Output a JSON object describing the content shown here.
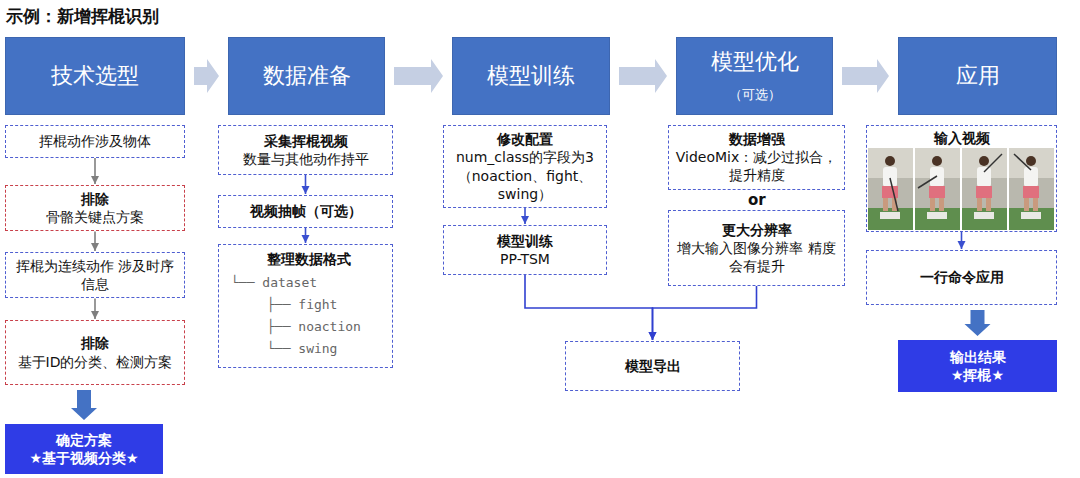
{
  "diagram": {
    "title": "示例：新增挥棍识别",
    "nodes": [
      {
        "text": [
          "技术选型"
        ]
      },
      {
        "text": [
          "数据准备"
        ]
      },
      {
        "text": [
          "模型训练"
        ]
      },
      {
        "text": [
          "模型优化",
          "（可选）"
        ]
      },
      {
        "text": [
          "应用"
        ]
      },
      {
        "text": [
          "挥棍动作涉及物体"
        ]
      },
      {
        "text": [
          "排除",
          "骨骼关键点方案"
        ]
      },
      {
        "text": [
          "挥棍为连续动作 涉及时序信息"
        ]
      },
      {
        "text": [
          "排除",
          "基于ID的分类、检测方案"
        ]
      },
      {
        "text": [
          "确定方案",
          "★基于视频分类★"
        ]
      },
      {
        "text": [
          "采集挥棍视频",
          "数量与其他动作持平"
        ]
      },
      {
        "text": [
          "视频抽帧（可选）"
        ]
      },
      {
        "text": [
          "整理数据格式",
          "└── dataset",
          "├── fight",
          "├── noaction",
          "└── swing"
        ]
      },
      {
        "text": [
          "修改配置",
          "num_class的字段为3（noaction、fight、swing）"
        ]
      },
      {
        "text": [
          "模型训练",
          "PP-TSM"
        ]
      },
      {
        "text": [
          "数据增强",
          "VideoMix：减少过拟合，提升精度"
        ]
      },
      {
        "text": [
          "更大分辨率",
          "增大输入图像分辨率 精度会有提升"
        ]
      },
      {
        "text": [
          "模型导出"
        ]
      },
      {
        "text": [
          "输入视频"
        ]
      },
      {
        "text": [
          "一行命令应用"
        ]
      },
      {
        "text": [
          "输出结果",
          "★挥棍★"
        ]
      }
    ],
    "edges": [
      {
        "from": 0,
        "to": 1,
        "arrow": "to"
      },
      {
        "from": 1,
        "to": 2,
        "arrow": "to"
      },
      {
        "from": 2,
        "to": 3,
        "arrow": "to"
      },
      {
        "from": 3,
        "to": 4,
        "arrow": "to"
      },
      {
        "from": 5,
        "to": 6,
        "arrow": "to"
      },
      {
        "from": 6,
        "to": 7,
        "arrow": "to"
      },
      {
        "from": 7,
        "to": 8,
        "arrow": "to"
      },
      {
        "from": 8,
        "to": 9,
        "arrow": "to"
      },
      {
        "from": 10,
        "to": 11,
        "arrow": "to"
      },
      {
        "from": 11,
        "to": 12,
        "arrow": "to"
      },
      {
        "from": 13,
        "to": 14,
        "arrow": "to"
      },
      {
        "from": 14,
        "to": 17,
        "arrow": "to"
      },
      {
        "from": 16,
        "to": 17,
        "arrow": "to"
      },
      {
        "from": 18,
        "to": 19,
        "arrow": "to"
      },
      {
        "from": 19,
        "to": 20,
        "arrow": "to"
      }
    ],
    "labels": [
      "or"
    ]
  }
}
